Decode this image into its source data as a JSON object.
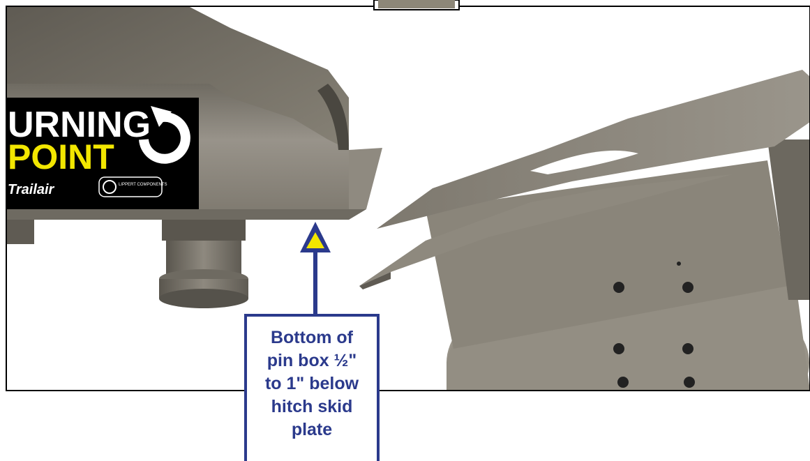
{
  "logo": {
    "brand_line_1": "URNING",
    "brand_line_2": "POINT",
    "sub_brand": "Trailair",
    "partner": "LIPPERT COMPONENTS"
  },
  "callout": {
    "lines": [
      "Bottom of",
      "pin box ½\"",
      "to 1\" below",
      "hitch skid",
      "plate"
    ]
  },
  "colors": {
    "callout_blue": "#2b3a8c",
    "arrow_fill": "#f2e600",
    "brand_yellow": "#f2e600",
    "metal": "#8d8778"
  }
}
